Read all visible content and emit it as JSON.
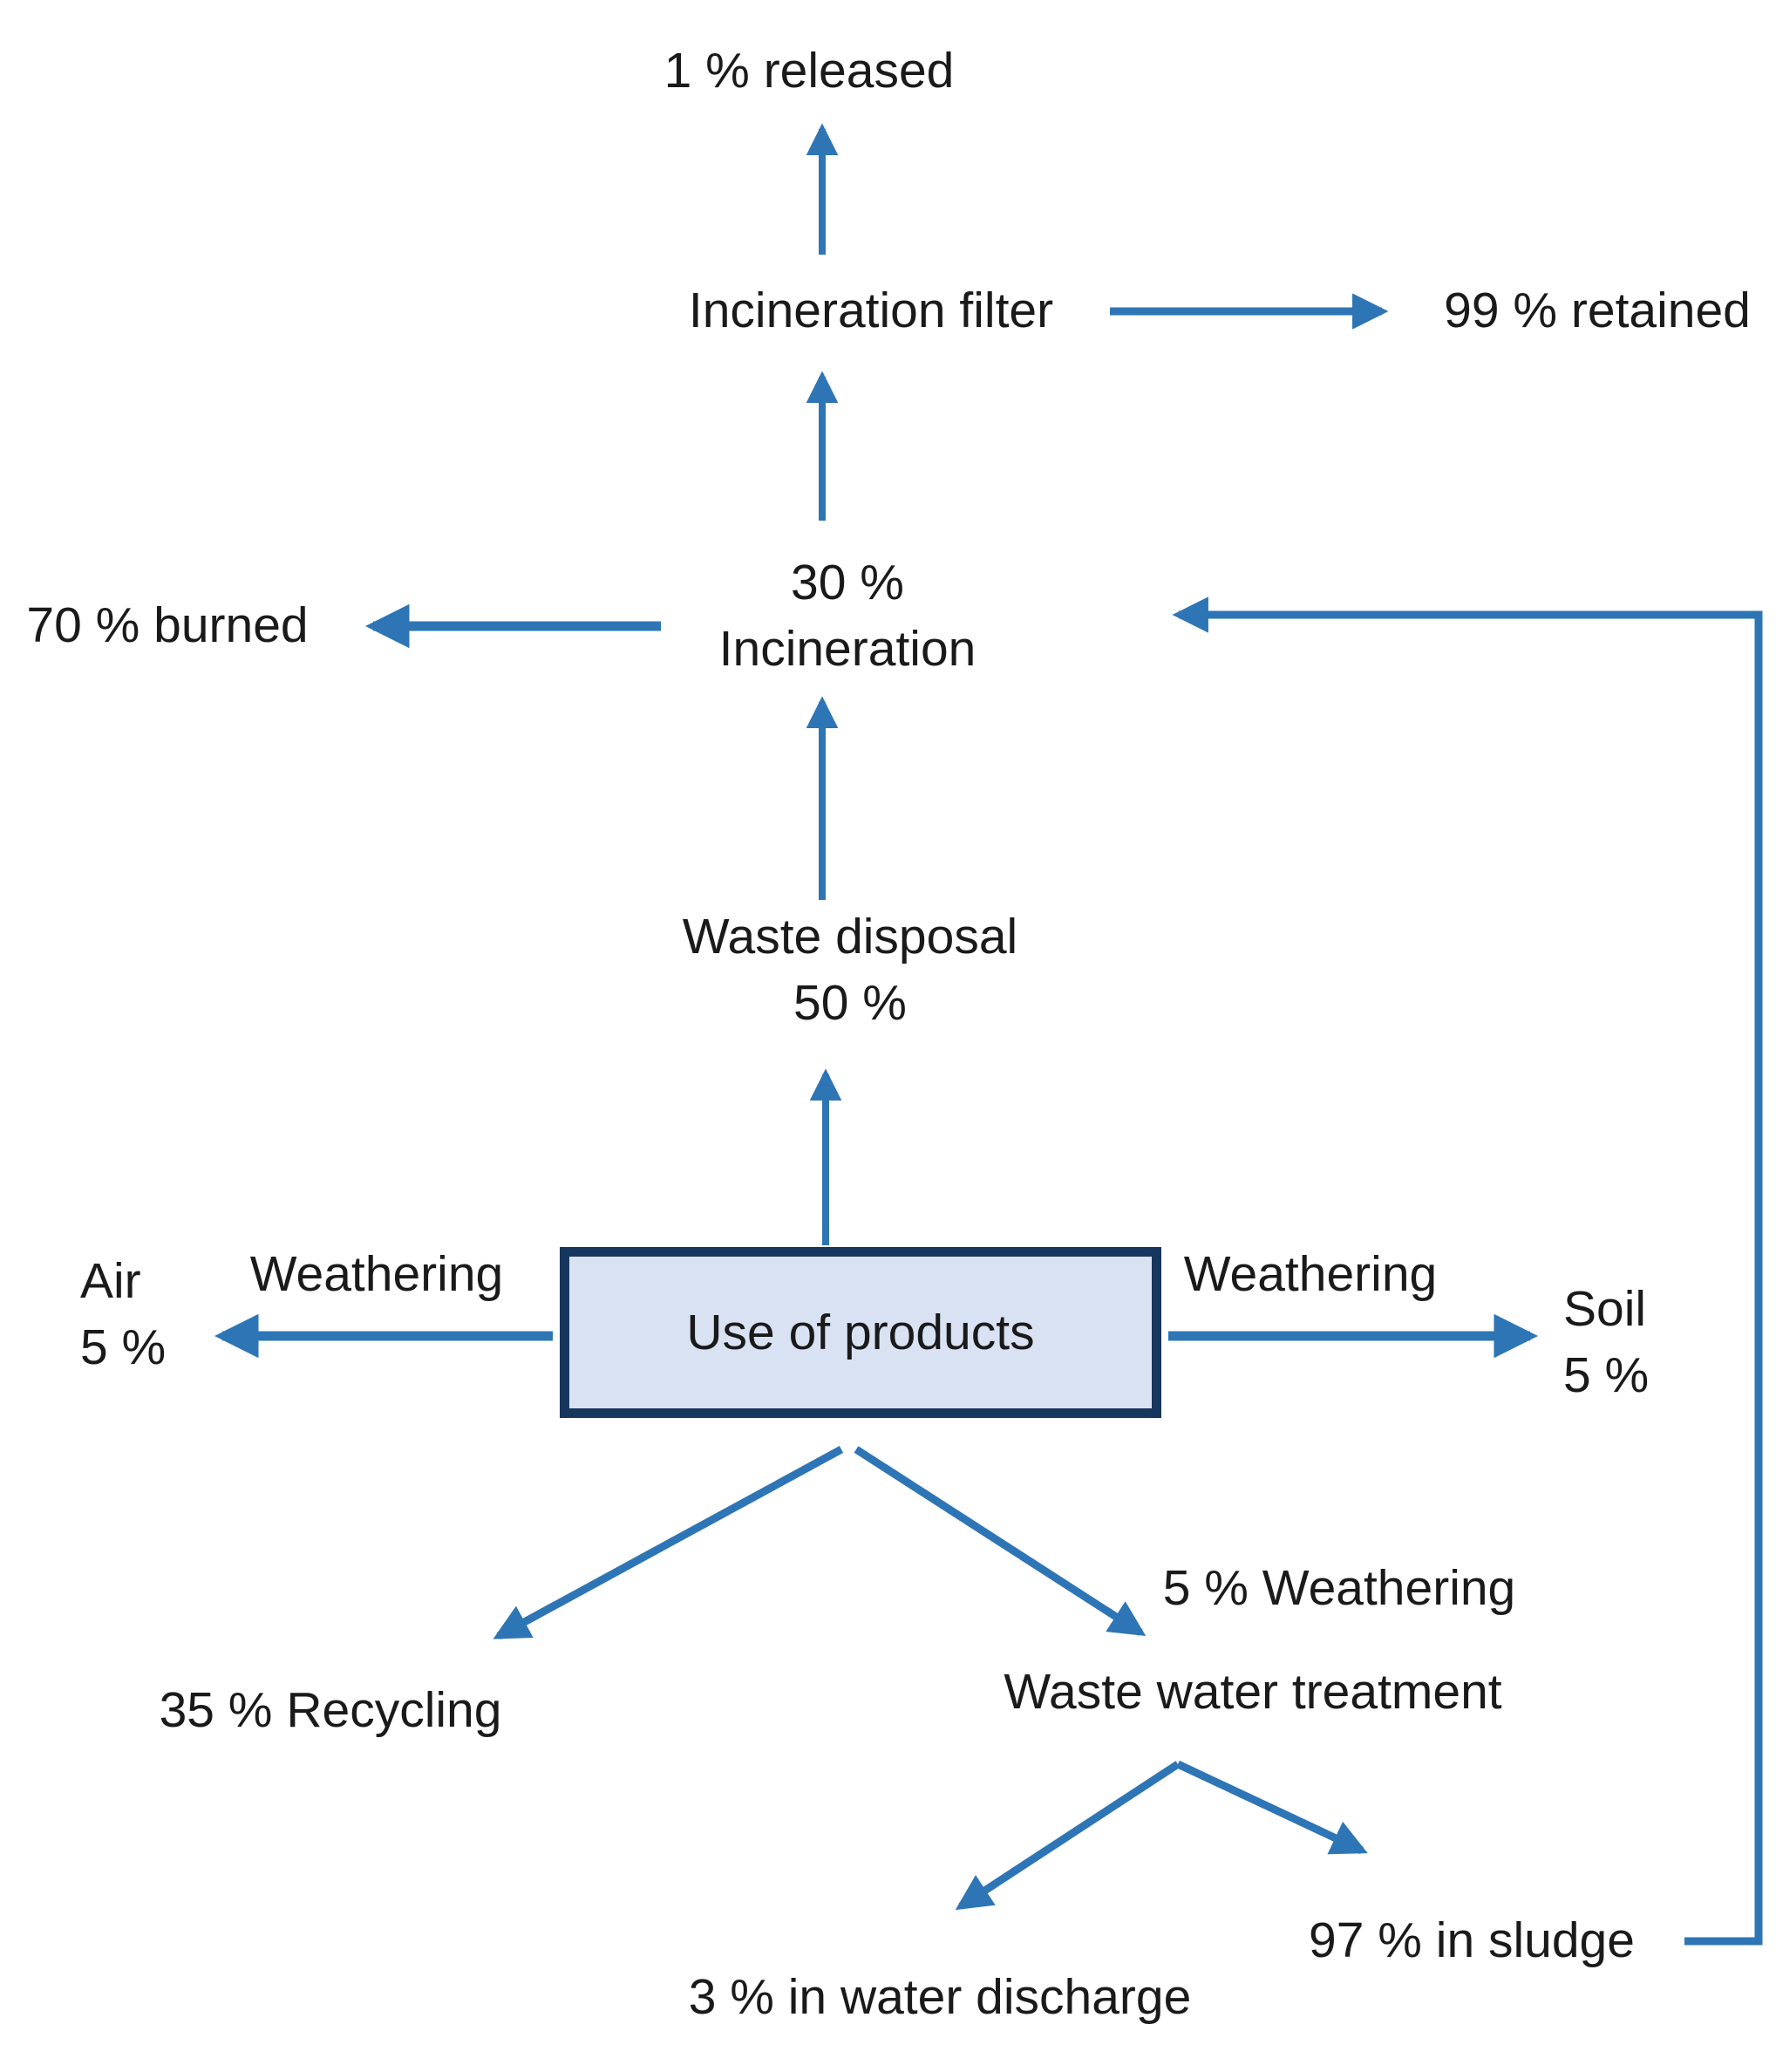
{
  "diagram": {
    "colors": {
      "arrow": "#2E75B6",
      "box_border": "#17365D",
      "box_fill": "#D9E2F3",
      "text": "#1A1A1A",
      "background": "#FFFFFF"
    },
    "nodes": {
      "released": "1 % released",
      "incineration_filter": "Incineration filter",
      "retained": "99 % retained",
      "burned": "70 % burned",
      "incineration_pct": "30 %",
      "incineration_name": "Incineration",
      "waste_disposal_name": "Waste disposal",
      "waste_disposal_pct": "50 %",
      "use_of_products": "Use of products",
      "weathering_left": "Weathering",
      "air_name": "Air",
      "air_pct": "5 %",
      "weathering_right": "Weathering",
      "soil_name": "Soil",
      "soil_pct": "5 %",
      "recycling": "35 % Recycling",
      "weathering_waste_water": "5 % Weathering",
      "waste_water_treatment": "Waste water treatment",
      "sludge": "97 % in sludge",
      "water_discharge": "3 % in water discharge"
    }
  }
}
